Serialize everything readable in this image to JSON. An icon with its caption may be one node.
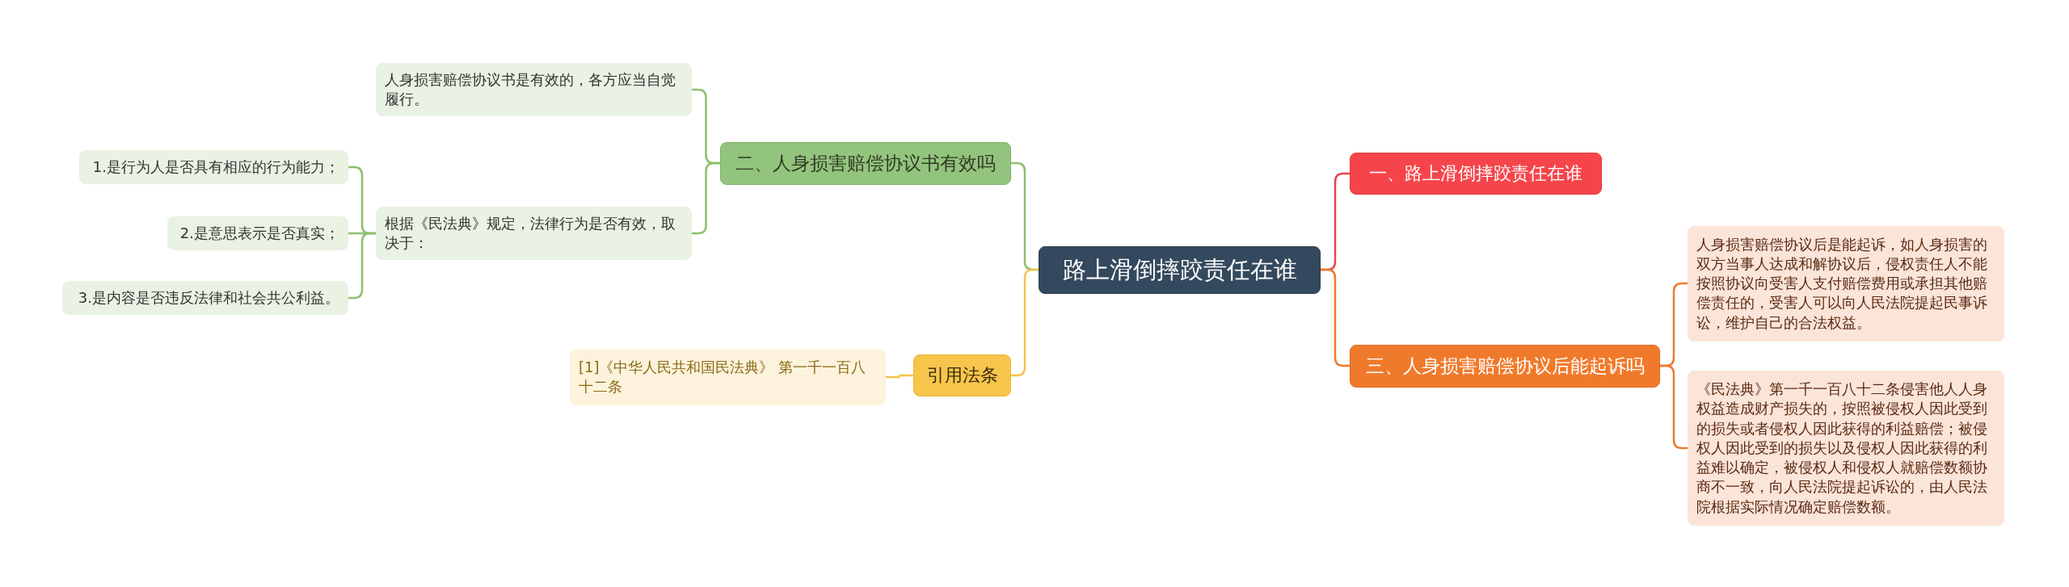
{
  "diagram": {
    "nodes": [
      {
        "text": [
          "路上滑倒摔跤责任在谁"
        ]
      },
      {
        "text": [
          "二、人身损害赔偿协议书有效吗"
        ]
      },
      {
        "text": [
          "人身损害赔偿协议书是有效的，各方应当自觉履行。"
        ]
      },
      {
        "text": [
          "根据《民法典》规定，法律行为是否有效，取决于："
        ]
      },
      {
        "text": [
          "1.是行为人是否具有相应的行为能力；"
        ]
      },
      {
        "text": [
          "2.是意思表示是否真实；"
        ]
      },
      {
        "text": [
          "3.是内容是否违反法律和社会共公利益。"
        ]
      },
      {
        "text": [
          "引用法条"
        ]
      },
      {
        "text": [
          "[1]《中华人民共和国民法典》 第一千一百八十二条"
        ]
      },
      {
        "text": [
          "一、路上滑倒摔跤责任在谁"
        ]
      },
      {
        "text": [
          "三、人身损害赔偿协议后能起诉吗"
        ]
      },
      {
        "text": [
          "人身损害赔偿协议后是能起诉，如人身损害的双方当事人达成和解协议后，侵权责任人不能按照协议向受害人支付赔偿费用或承担其他赔偿责任的，受害人可以向人民法院提起民事诉讼，维护自己的合法权益。"
        ]
      },
      {
        "text": [
          "《民法典》第一千一百八十二条侵害他人人身权益造成财产损失的，按照被侵权人因此受到的损失或者侵权人因此获得的利益赔偿；被侵权人因此受到的损失以及侵权人因此获得的利益难以确定，被侵权人和侵权人就赔偿数额协商不一致，向人民法院提起诉讼的，由人民法院根据实际情况确定赔偿数额。"
        ]
      }
    ],
    "edges": [
      {
        "from": 0,
        "to": 1,
        "arrow": "none"
      },
      {
        "from": 1,
        "to": 2,
        "arrow": "none"
      },
      {
        "from": 1,
        "to": 3,
        "arrow": "none"
      },
      {
        "from": 3,
        "to": 4,
        "arrow": "none"
      },
      {
        "from": 3,
        "to": 5,
        "arrow": "none"
      },
      {
        "from": 3,
        "to": 6,
        "arrow": "none"
      },
      {
        "from": 0,
        "to": 7,
        "arrow": "none",
        "color": "#f5c34a"
      },
      {
        "from": 7,
        "to": 8,
        "arrow": "none",
        "color": "#f5c34a"
      },
      {
        "from": 0,
        "to": 9,
        "arrow": "none",
        "color": "#e8474b"
      },
      {
        "from": 0,
        "to": 10,
        "arrow": "none",
        "color": "#ee7a30"
      },
      {
        "from": 10,
        "to": 11,
        "arrow": "none",
        "color": "#ee7a30"
      },
      {
        "from": 10,
        "to": 12,
        "arrow": "none",
        "color": "#ee7a30"
      }
    ]
  }
}
